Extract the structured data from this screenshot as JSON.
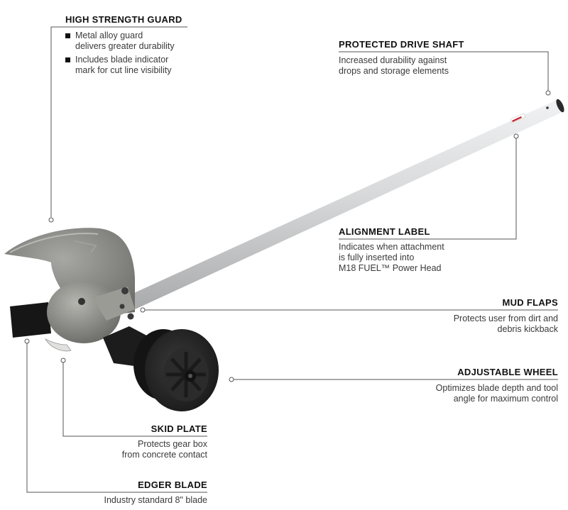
{
  "product": "Edger attachment",
  "callouts": {
    "guard": {
      "title": "HIGH STRENGTH GUARD",
      "bullets": [
        "Metal alloy guard\ndelivers greater durability",
        "Includes blade indicator\nmark for cut line visibility"
      ]
    },
    "shaft": {
      "title": "PROTECTED DRIVE SHAFT",
      "desc": "Increased durability against\ndrops and storage elements"
    },
    "alignment": {
      "title": "ALIGNMENT LABEL",
      "desc": "Indicates when attachment\nis fully inserted into\nM18 FUEL™ Power Head"
    },
    "mud": {
      "title": "MUD FLAPS",
      "desc": "Protects user from dirt and\ndebris kickback"
    },
    "wheel": {
      "title": "ADJUSTABLE WHEEL",
      "desc": "Optimizes blade depth and tool\nangle for maximum control"
    },
    "skid": {
      "title": "SKID PLATE",
      "desc": "Protects gear box\nfrom concrete contact"
    },
    "blade": {
      "title": "EDGER BLADE",
      "desc": "Industry standard 8\" blade"
    }
  },
  "colors": {
    "leader_line": "#555555",
    "guard": "#8a8a86",
    "shaft": "#d6d7d8",
    "wheel": "#2a2a2a",
    "label_red": "#c8202f"
  }
}
